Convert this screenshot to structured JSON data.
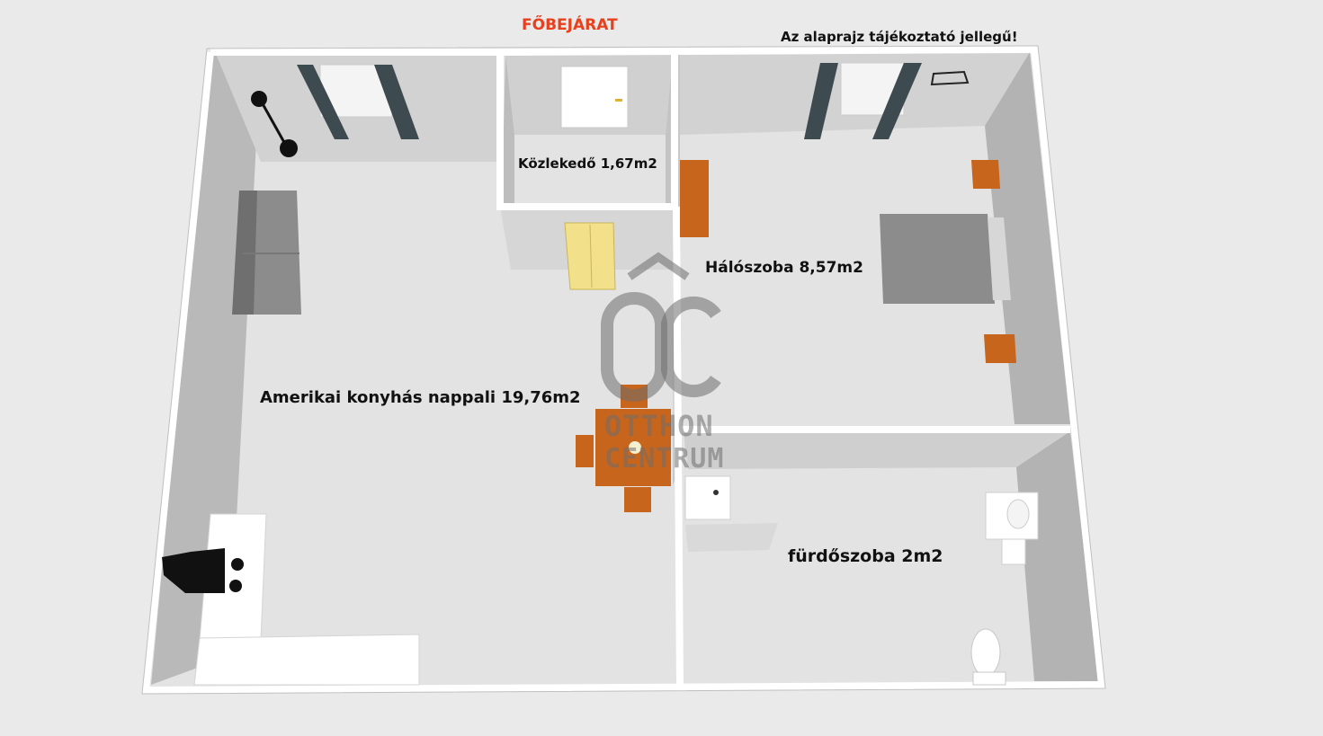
{
  "labels": {
    "entrance": "FŐBEJÁRAT",
    "disclaimer": "Az alaprajz tájékoztató jellegű!",
    "hallway": "Közlekedő 1,67m2",
    "bedroom": "Hálószoba 8,57m2",
    "living": "Amerikai konyhás nappali 19,76m2",
    "bathroom": "fürdőszoba 2m2"
  },
  "logo": {
    "monogram": "OC",
    "line1": "OTTHON",
    "line2": "CENTRUM"
  },
  "colors": {
    "entrance_label": "#e8401c",
    "floor": "#e3e3e3",
    "wall_shadow": "#b5b5b5",
    "wall_top": "#ffffff",
    "wood": "#c8651c",
    "curtain": "#3d4a4f",
    "sofa": "#8c8c8c",
    "cabinet": "#f2e08a"
  }
}
